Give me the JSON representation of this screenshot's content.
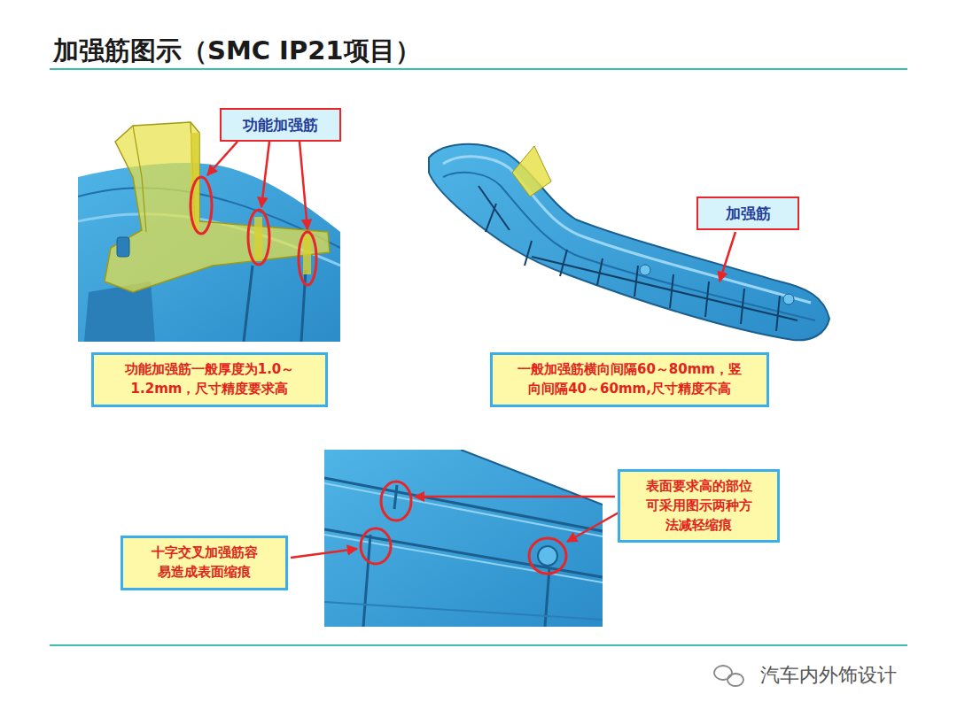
{
  "diagram": {
    "title": "加强筋图示（SMC IP21项目）",
    "nodes": [
      {
        "text": [
          "功能加强筋"
        ]
      },
      {
        "text": [
          "加强筋"
        ]
      },
      {
        "text": [
          "功能加强筋一般厚度为1.0～ 1.2mm，尺寸精度要求高"
        ]
      },
      {
        "text": [
          "一般加强筋横向间隔60～80mm，竖 向间隔40～60mm,尺寸精度不高"
        ]
      },
      {
        "text": [
          "表面要求高的部位 可采用图示两种方 法减轻缩痕"
        ]
      },
      {
        "text": [
          "十字交叉加强筋容 易造成表面缩痕"
        ]
      }
    ],
    "labels": [
      "汽车内外饰设计"
    ]
  }
}
